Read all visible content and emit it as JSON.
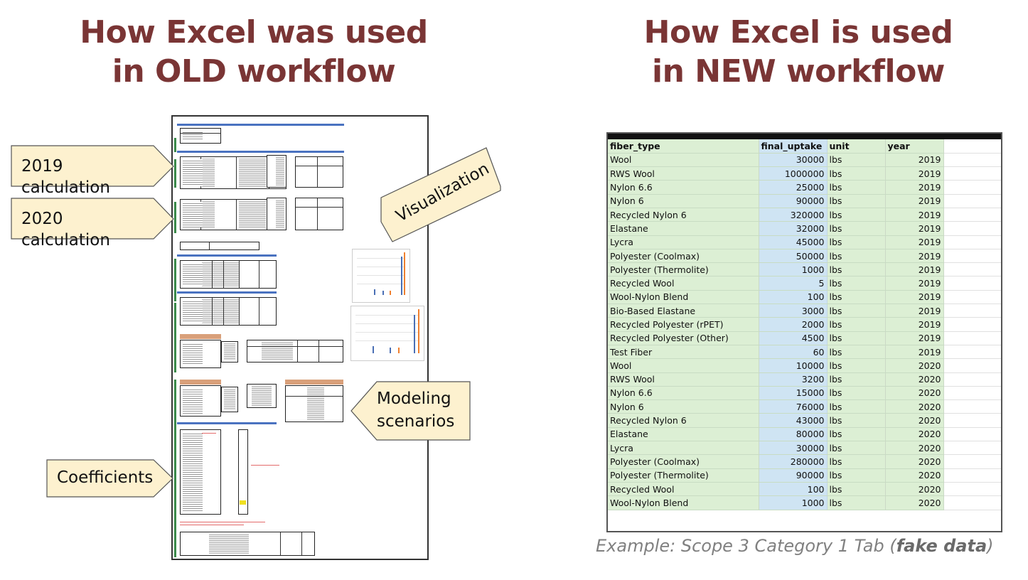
{
  "left": {
    "heading_line1": "How Excel was used",
    "heading_line2": "in OLD workflow",
    "callouts": {
      "calc_2019": "2019 calculation",
      "calc_2020": "2020 calculation",
      "visualization": "Visualization",
      "modeling_line1": "Modeling",
      "modeling_line2": "scenarios",
      "coefficients": "Coefficients"
    }
  },
  "right": {
    "heading_line1": "How Excel is used",
    "heading_line2": "in NEW workflow",
    "table": {
      "headers": [
        "fiber_type",
        "final_uptake",
        "unit",
        "year"
      ],
      "rows": [
        [
          "Wool",
          "30000",
          "lbs",
          "2019"
        ],
        [
          "RWS Wool",
          "1000000",
          "lbs",
          "2019"
        ],
        [
          "Nylon 6.6",
          "25000",
          "lbs",
          "2019"
        ],
        [
          "Nylon 6",
          "90000",
          "lbs",
          "2019"
        ],
        [
          "Recycled Nylon 6",
          "320000",
          "lbs",
          "2019"
        ],
        [
          "Elastane",
          "32000",
          "lbs",
          "2019"
        ],
        [
          "Lycra",
          "45000",
          "lbs",
          "2019"
        ],
        [
          "Polyester (Coolmax)",
          "50000",
          "lbs",
          "2019"
        ],
        [
          "Polyester (Thermolite)",
          "1000",
          "lbs",
          "2019"
        ],
        [
          "Recycled Wool",
          "5",
          "lbs",
          "2019"
        ],
        [
          "Wool-Nylon Blend",
          "100",
          "lbs",
          "2019"
        ],
        [
          "Bio-Based Elastane",
          "3000",
          "lbs",
          "2019"
        ],
        [
          "Recycled Polyester (rPET)",
          "2000",
          "lbs",
          "2019"
        ],
        [
          "Recycled Polyester (Other)",
          "4500",
          "lbs",
          "2019"
        ],
        [
          "Test Fiber",
          "60",
          "lbs",
          "2019"
        ],
        [
          "Wool",
          "10000",
          "lbs",
          "2020"
        ],
        [
          "RWS Wool",
          "3200",
          "lbs",
          "2020"
        ],
        [
          "Nylon 6.6",
          "15000",
          "lbs",
          "2020"
        ],
        [
          "Nylon 6",
          "76000",
          "lbs",
          "2020"
        ],
        [
          "Recycled Nylon 6",
          "43000",
          "lbs",
          "2020"
        ],
        [
          "Elastane",
          "80000",
          "lbs",
          "2020"
        ],
        [
          "Lycra",
          "30000",
          "lbs",
          "2020"
        ],
        [
          "Polyester (Coolmax)",
          "280000",
          "lbs",
          "2020"
        ],
        [
          "Polyester (Thermolite)",
          "90000",
          "lbs",
          "2020"
        ],
        [
          "Recycled Wool",
          "100",
          "lbs",
          "2020"
        ],
        [
          "Wool-Nylon Blend",
          "1000",
          "lbs",
          "2020"
        ]
      ]
    },
    "caption_prefix": "Example: Scope 3 Category 1 Tab (",
    "caption_bold": "fake data",
    "caption_suffix": ")"
  },
  "colors": {
    "heading": "#7a3535",
    "callout_fill": "#fdf1cf",
    "table_green": "#dcefd4",
    "table_blue": "#cfe4f3"
  }
}
